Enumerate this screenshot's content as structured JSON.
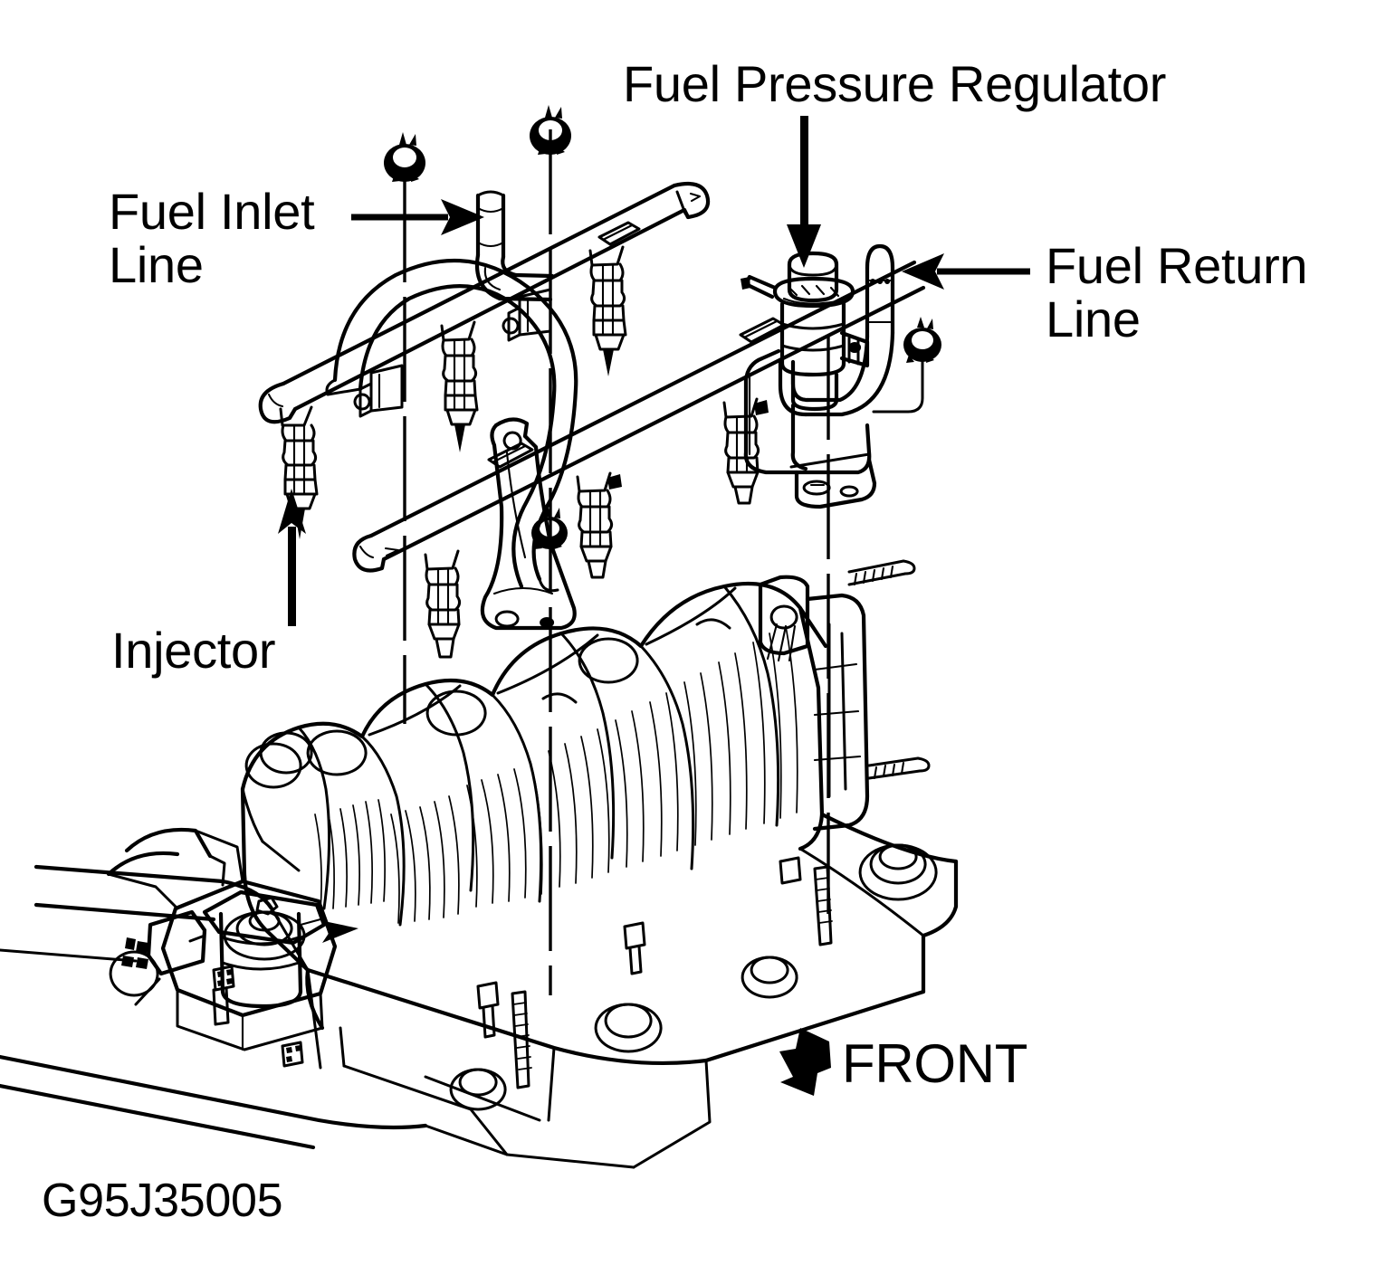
{
  "figure": {
    "id_code": "G95J35005",
    "subject": "Fuel rail, injectors and fuel pressure regulator mounted on V6 upper intake manifold",
    "style": "black and white line drawing / exploded service diagram",
    "orientation_note": "FRONT"
  },
  "labels": {
    "fuel_pressure_regulator": "Fuel Pressure Regulator",
    "fuel_inlet_line_1": "Fuel Inlet",
    "fuel_inlet_line_2": "Line",
    "fuel_return_line_1": "Fuel Return",
    "fuel_return_line_2": "Line",
    "injector": "Injector",
    "front": "FRONT"
  },
  "callouts": [
    {
      "name": "fuel-pressure-regulator",
      "text": "Fuel Pressure Regulator",
      "arrow": "down",
      "target": "regulator canister"
    },
    {
      "name": "fuel-inlet-line",
      "text": "Fuel Inlet Line",
      "arrow": "right",
      "target": "inlet nipple on fuel rail"
    },
    {
      "name": "fuel-return-line",
      "text": "Fuel Return Line",
      "arrow": "left",
      "target": "return tube above regulator"
    },
    {
      "name": "injector",
      "text": "Injector",
      "arrow": "up",
      "target": "first fuel injector on rear rail"
    },
    {
      "name": "front",
      "text": "FRONT",
      "arrow": "down-left",
      "target": "vehicle front direction"
    }
  ],
  "components": {
    "rear_fuel_rail": "rear fuel rail tube with rounded end caps",
    "front_fuel_rail": "front fuel rail tube with rounded end caps",
    "crossover_hose": "arched fuel crossover hose between rails",
    "inlet_nipple": "vertical fuel inlet nipple with elbow",
    "regulator": "fuel pressure regulator canister with bracket",
    "return_tube": "fuel return tube with rounded tip",
    "injectors_count": 6,
    "injector_description": "ribbed barrel injector with tapered nozzle",
    "retainer_clips": "injector retainer clips at top of leader lines",
    "intake_manifold": "ribbed upper intake manifold plenum",
    "engine_block": "engine block / cylinder head deck with bolt holes",
    "sensor_assembly": "sensor and valve assembly at left front of manifold",
    "mounting_studs": "threaded mounting studs on right end of manifold"
  },
  "colors": {
    "ink": "#000000",
    "paper": "#ffffff"
  }
}
